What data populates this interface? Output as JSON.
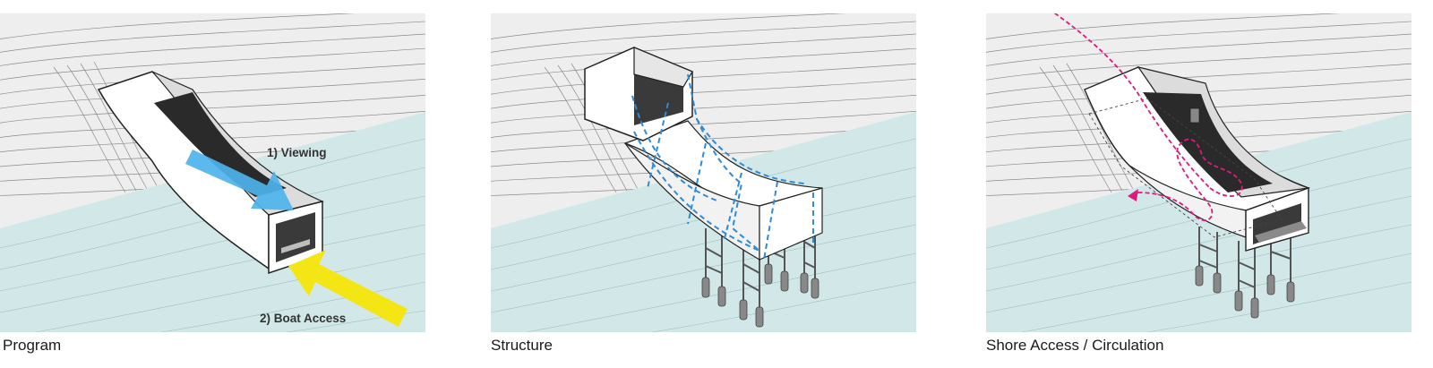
{
  "panels": [
    {
      "caption": "Program",
      "annotations": {
        "viewing": "1) Viewing",
        "boat_access": "2) Boat Access"
      }
    },
    {
      "caption": "Structure"
    },
    {
      "caption": "Shore Access / Circulation"
    }
  ],
  "colors": {
    "land": "#eeeeee",
    "contour": "#8a8a8a",
    "water": "#d2e8e8",
    "volume": "#ffffff",
    "volume_shade": "#d4d4d4",
    "arrow_viewing": "#4db3ec",
    "arrow_boat": "#f4e514",
    "structure_line": "#2e8bd6",
    "circulation_line": "#e0197e",
    "piling": "#666666"
  }
}
